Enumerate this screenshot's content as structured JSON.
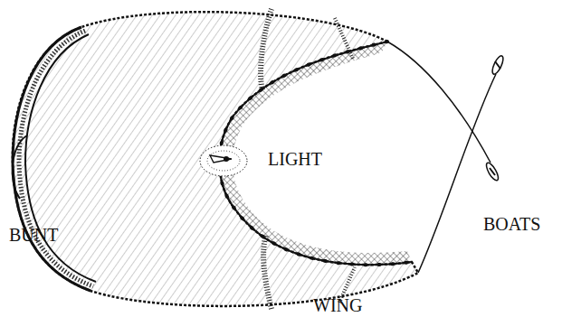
{
  "diagram": {
    "labels": [
      "BUNT",
      "LIGHT",
      "WING",
      "BOATS"
    ]
  }
}
